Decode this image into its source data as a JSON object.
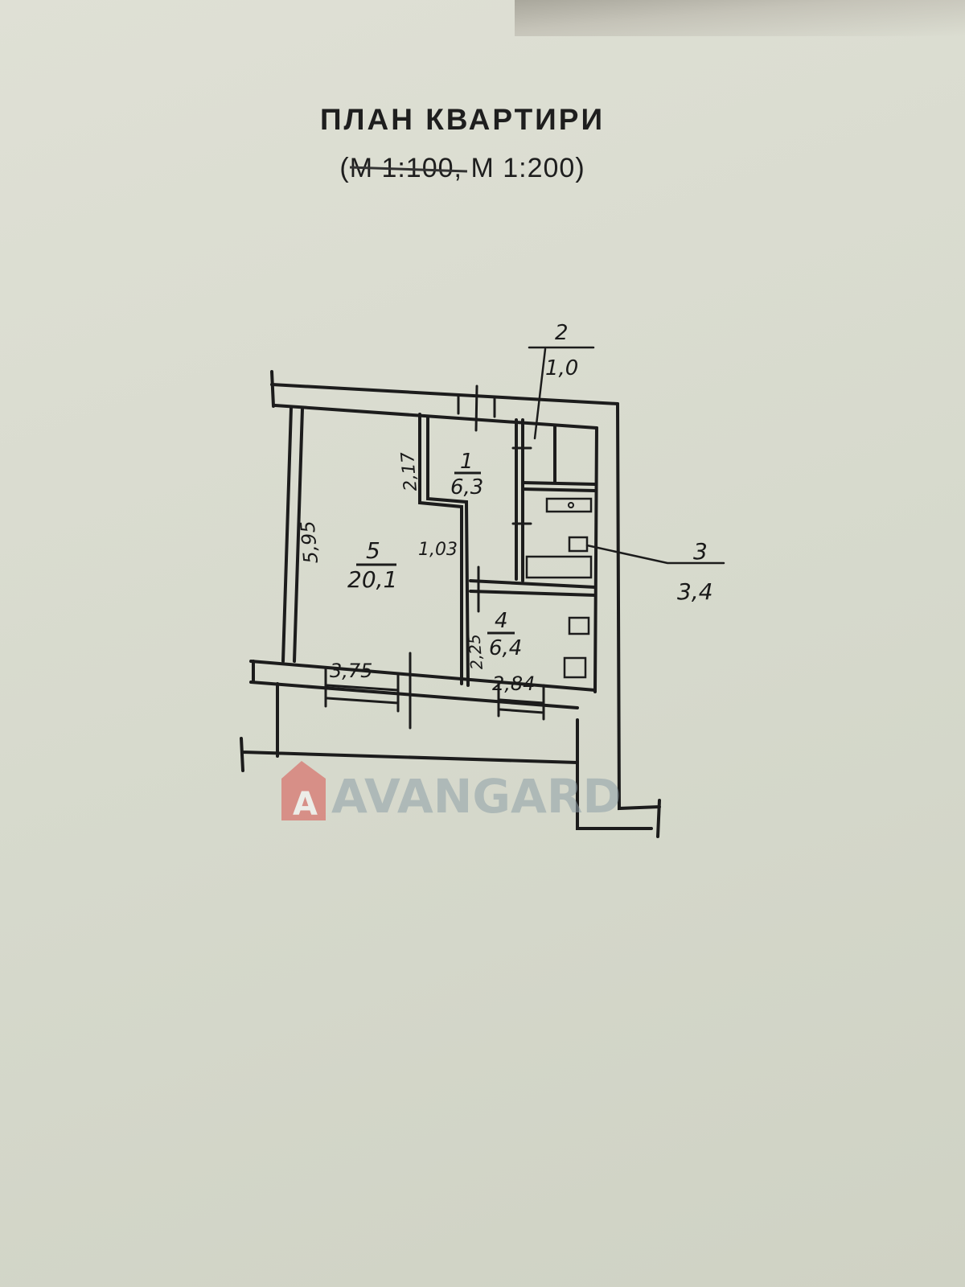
{
  "document": {
    "title": "ПЛАН КВАРТИРИ",
    "scale_struck": "М 1:100,",
    "scale_active": "М 1:200",
    "paren_open": "(",
    "paren_close": ")"
  },
  "rooms": [
    {
      "number": "1",
      "area": "6,3"
    },
    {
      "number": "2",
      "area": "1,0"
    },
    {
      "number": "3",
      "area": "3,4"
    },
    {
      "number": "4",
      "area": "6,4"
    },
    {
      "number": "5",
      "area": "20,1"
    }
  ],
  "dimensions": {
    "living_length": "5,95",
    "living_width": "3,75",
    "hall_length": "2,17",
    "hall_width": "1,03",
    "kitchen_length": "2,25",
    "kitchen_width": "2,84"
  },
  "watermark": {
    "text": "AVANGARD",
    "logo_letter": "A",
    "color_logo": "#d9534f",
    "color_text": "#8fa0a8"
  }
}
